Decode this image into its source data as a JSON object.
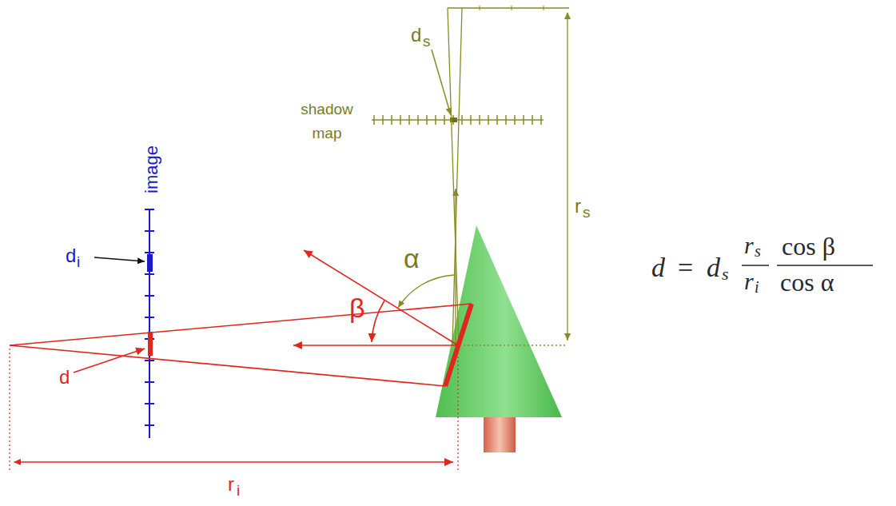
{
  "diagram": {
    "labels": [
      "shadow map",
      "image",
      "d",
      "s",
      "d",
      "i",
      "d",
      "r",
      "s",
      "r",
      "i",
      "α",
      "β",
      "d",
      "=",
      "d",
      "s",
      "r",
      "s",
      "r",
      "i",
      "cos β",
      "cos α"
    ]
  }
}
